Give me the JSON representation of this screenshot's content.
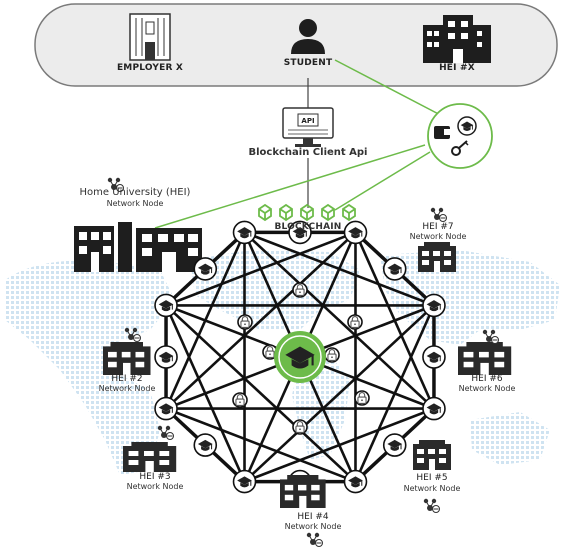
{
  "top_bar": {
    "employer_label": "EMPLOYER X",
    "student_label": "STUDENT",
    "hei_x_label": "HEI #X"
  },
  "api": {
    "screen_text": "API",
    "label": "Blockchain Client Api"
  },
  "home": {
    "title": "Home University (HEI)",
    "subtitle": "Network Node"
  },
  "blockchain_label": "BLOCKCHAIN",
  "nodes": {
    "hei2": {
      "title": "HEI #2",
      "subtitle": "Network Node"
    },
    "hei3": {
      "title": "HEI #3",
      "subtitle": "Network Node"
    },
    "hei4": {
      "title": "HEI #4",
      "subtitle": "Network Node"
    },
    "hei5": {
      "title": "HEI #5",
      "subtitle": "Network Node"
    },
    "hei6": {
      "title": "HEI #6",
      "subtitle": "Network Node"
    },
    "hei7": {
      "title": "HEI #7",
      "subtitle": "Network Node"
    }
  },
  "colors": {
    "accent_green": "#6dbb4a",
    "line_dark": "#111111",
    "map_dots": "#cfe3f1",
    "building": "#2a2a2a"
  },
  "icons": {
    "wallet": "wallet-icon",
    "key": "key-icon",
    "student": "user-icon",
    "graduation": "graduation-cap-icon",
    "lock": "lock-icon",
    "cube": "blockchain-cube-icon"
  }
}
